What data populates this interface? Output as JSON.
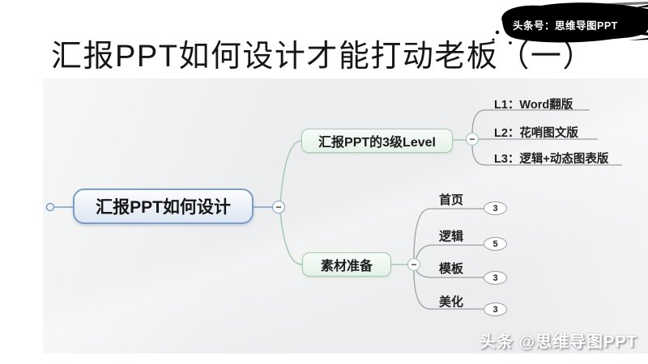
{
  "page": {
    "title": "汇报PPT如何设计才能打动老板（一）",
    "header_badge": "头条号：思维导图PPT",
    "watermark": "头条 @思维导图PPT"
  },
  "mindmap": {
    "root": {
      "label": "汇报PPT如何设计"
    },
    "branches": [
      {
        "label": "汇报PPT的3级Level",
        "children": [
          {
            "label": "L1：Word翻版"
          },
          {
            "label": "L2：花哨图文版"
          },
          {
            "label": "L3：逻辑+动态图表版"
          }
        ]
      },
      {
        "label": "素材准备",
        "children": [
          {
            "label": "首页",
            "count": "3"
          },
          {
            "label": "逻辑",
            "count": "5"
          },
          {
            "label": "模板",
            "count": "3"
          },
          {
            "label": "美化",
            "count": "3"
          }
        ]
      }
    ],
    "collapse_symbol": "−",
    "colors": {
      "root_border": "#7b9dc8",
      "branch_border": "#a6cab0",
      "connector_gray": "#9aa0a4",
      "panel_background": "#ecedee"
    }
  }
}
